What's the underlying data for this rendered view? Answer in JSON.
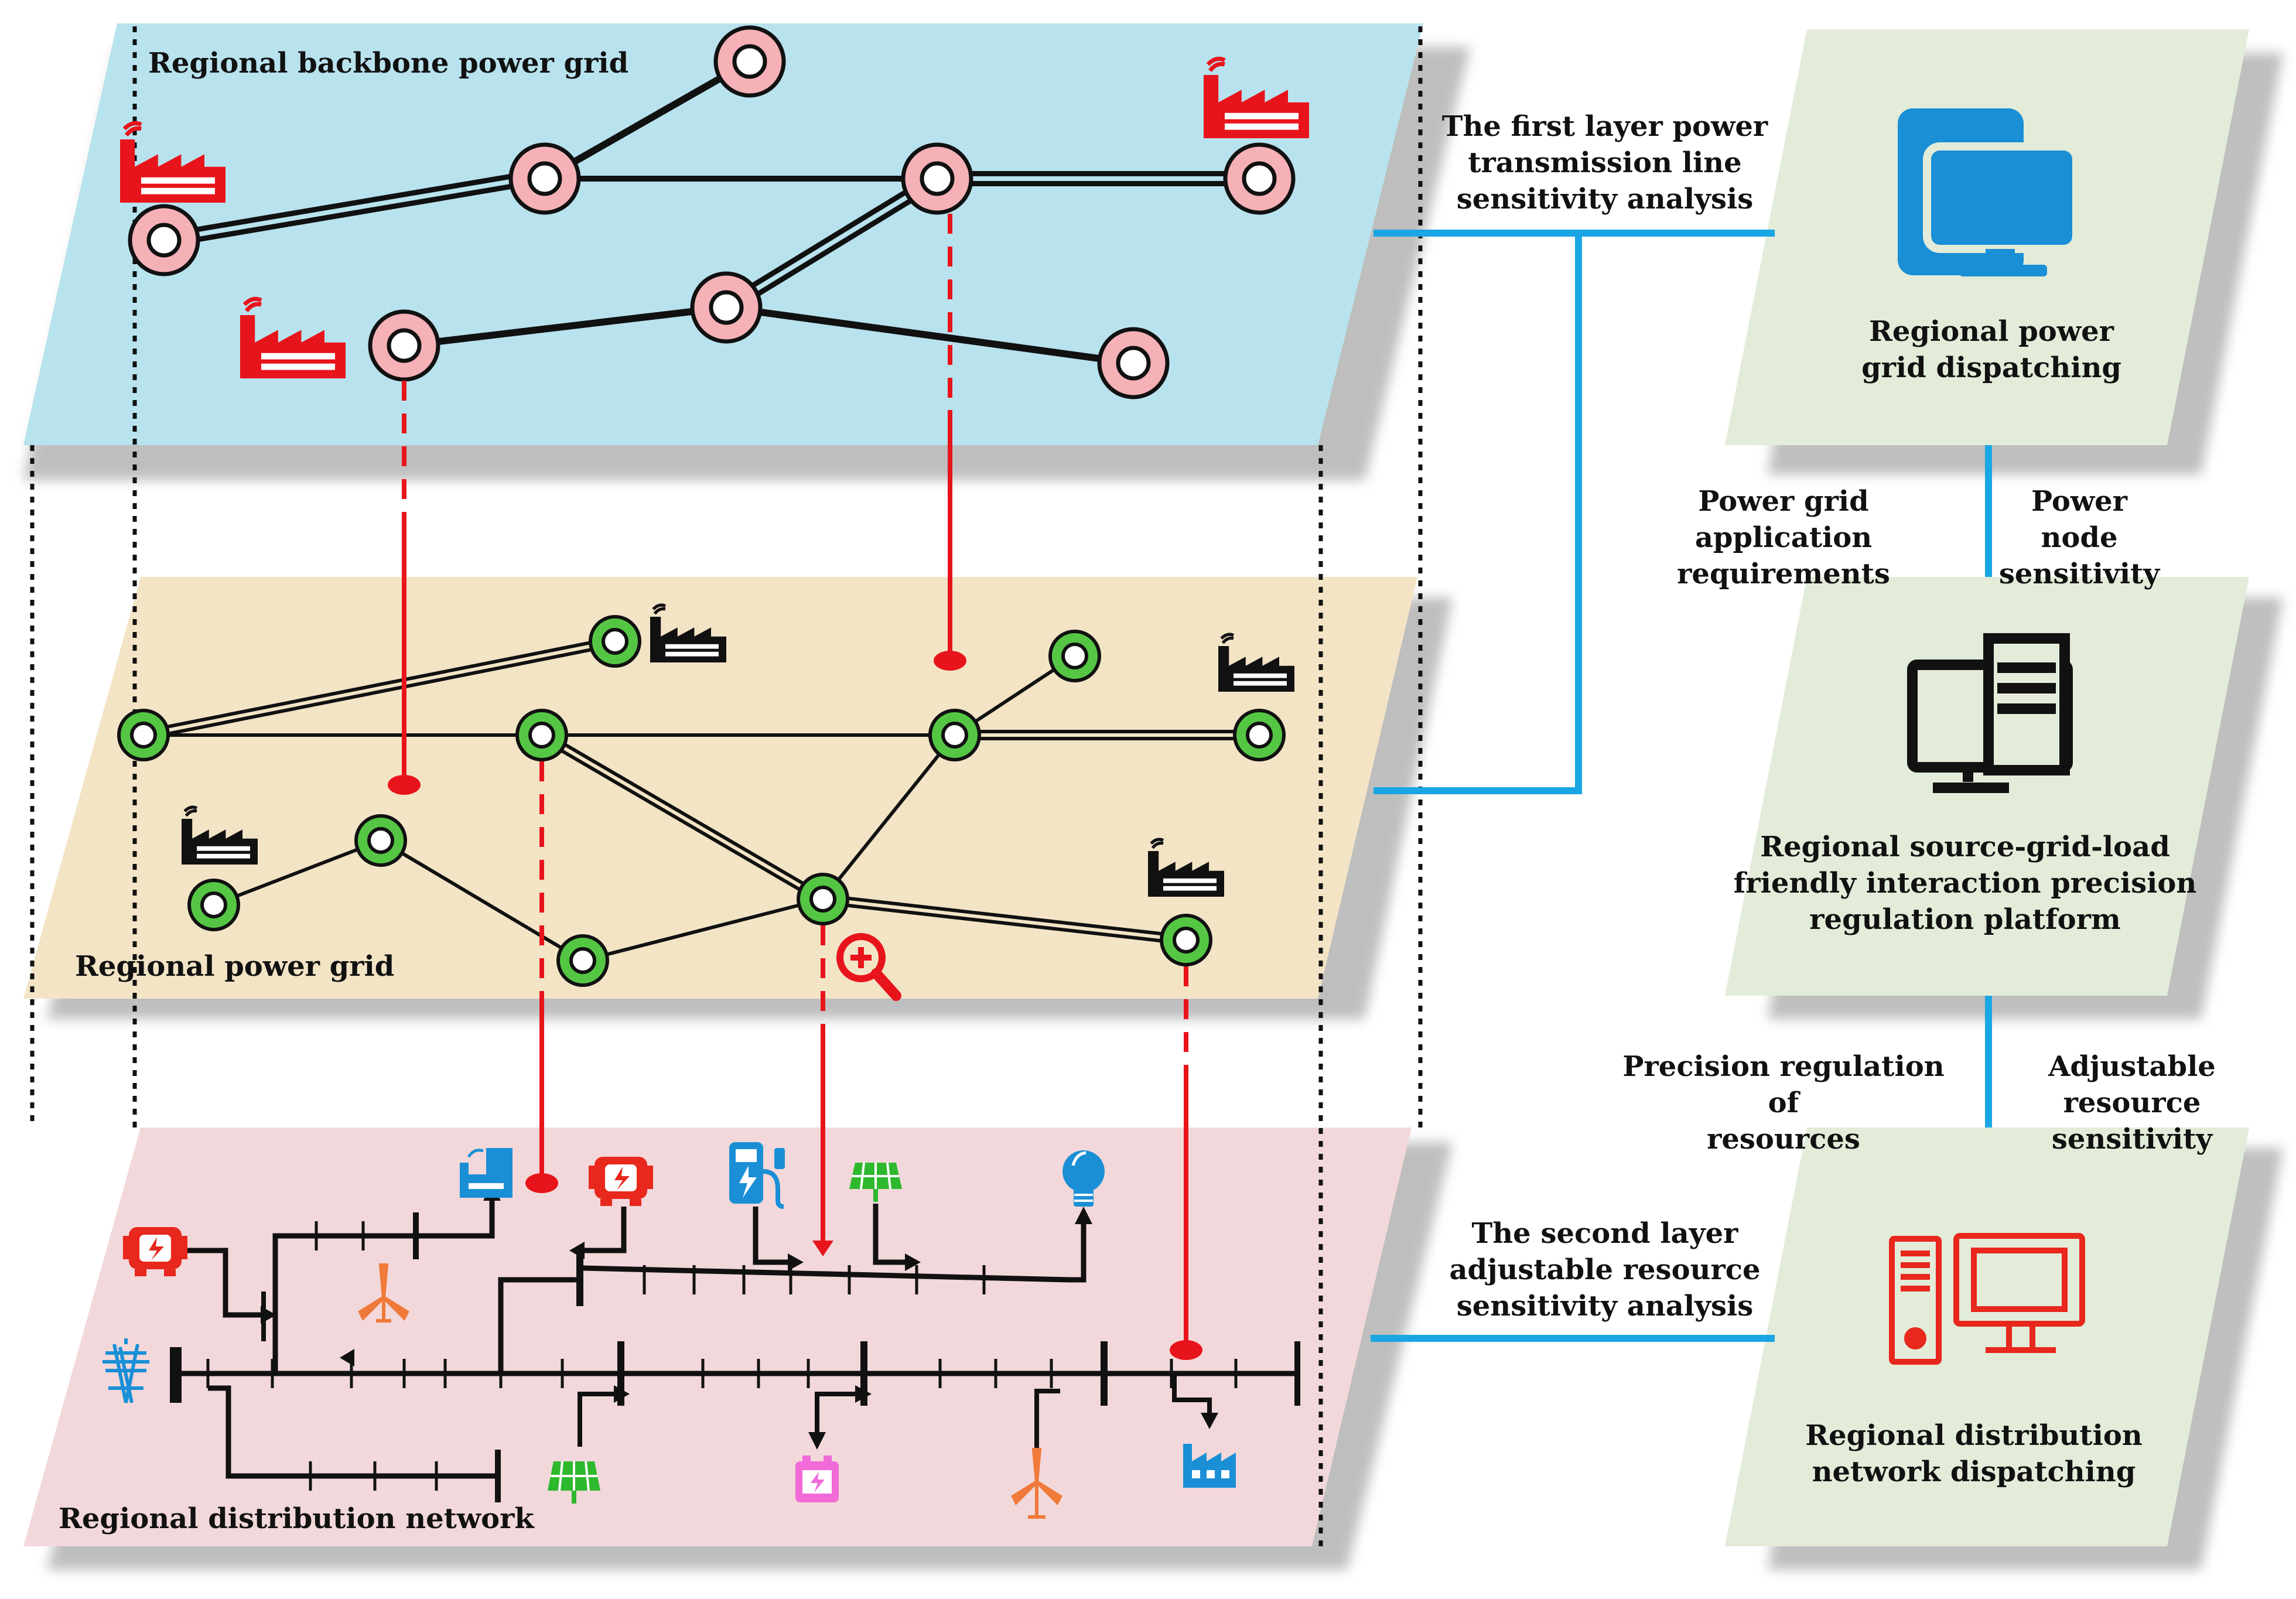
{
  "layers": {
    "backbone_label": "Regional backbone power grid",
    "regional_label": "Regional power grid",
    "distribution_label": "Regional distribution network"
  },
  "panels": {
    "dispatch_top": [
      "Regional power",
      "grid dispatching"
    ],
    "platform_mid": [
      "Regional source-grid-load",
      "friendly interaction precision",
      "regulation platform"
    ],
    "dispatch_bottom": [
      "Regional distribution",
      "network dispatching"
    ]
  },
  "connectors": {
    "first_layer": [
      "The first layer power",
      "transmission line",
      "sensitivity analysis"
    ],
    "second_layer": [
      "The second layer",
      "adjustable resource",
      "sensitivity analysis"
    ],
    "app_requirements": [
      "Power grid application",
      "requirements"
    ],
    "node_sensitivity": [
      "Power node",
      "sensitivity"
    ],
    "precision_regulation": [
      "Precision regulation of",
      "resources"
    ],
    "adjustable_sensitivity": [
      "Adjustable resource",
      "sensitivity"
    ]
  },
  "colors": {
    "backbone_fill": "#b8e3ee",
    "regional_fill": "#f3e4c6",
    "distribution_fill": "#f2d8da",
    "panel_fill": "#e3ecd9",
    "connector_blue": "#1aa6e4",
    "link_red": "#e8141c",
    "node_pink": "#f5b1b6",
    "node_green": "#55c644",
    "icon_blue": "#1a8fd6",
    "icon_red": "#e8271d"
  },
  "icons": [
    "power-plant-icon",
    "dual-monitor-icon",
    "workstation-icon",
    "desktop-computer-icon",
    "magnifier-plus-icon",
    "generator-icon",
    "ev-charger-icon",
    "solar-panel-icon",
    "wind-turbine-icon",
    "light-bulb-icon",
    "factory-icon",
    "battery-icon",
    "transmission-tower-icon"
  ]
}
